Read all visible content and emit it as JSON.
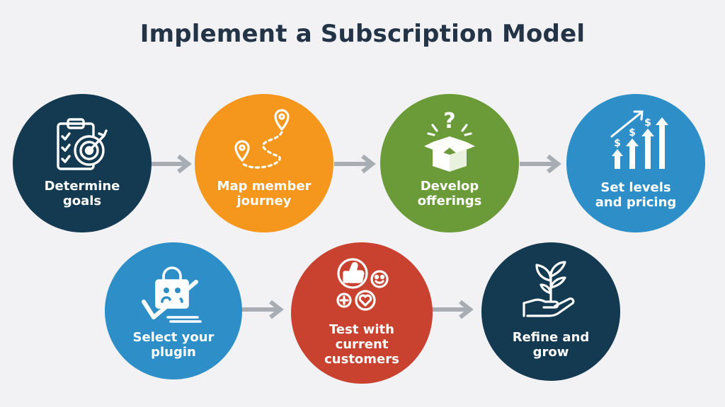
{
  "title": "Implement a Subscription Model",
  "colors": {
    "navy": "#143a52",
    "orange": "#f5971c",
    "green": "#6a9b38",
    "blue": "#2e8fc8",
    "red": "#c9412f",
    "arrow": "#a7adb2",
    "title": "#233447"
  },
  "steps": [
    {
      "id": "determine-goals",
      "label": "Determine\ngoals",
      "color": "navy",
      "icon": "clipboard-target-icon"
    },
    {
      "id": "map-member-journey",
      "label": "Map member\njourney",
      "color": "orange",
      "icon": "map-pins-route-icon"
    },
    {
      "id": "develop-offerings",
      "label": "Develop\nofferings",
      "color": "green",
      "icon": "open-box-question-icon"
    },
    {
      "id": "set-levels-pricing",
      "label": "Set levels\nand pricing",
      "color": "blue",
      "icon": "rising-price-bars-icon"
    },
    {
      "id": "select-plugin",
      "label": "Select your\nplugin",
      "color": "blue",
      "icon": "plugin-lock-check-icon"
    },
    {
      "id": "test-customers",
      "label": "Test with\ncurrent\ncustomers",
      "color": "red",
      "icon": "feedback-thumbs-icon"
    },
    {
      "id": "refine-grow",
      "label": "Refine and\ngrow",
      "color": "navy",
      "icon": "hand-sprout-icon"
    }
  ]
}
